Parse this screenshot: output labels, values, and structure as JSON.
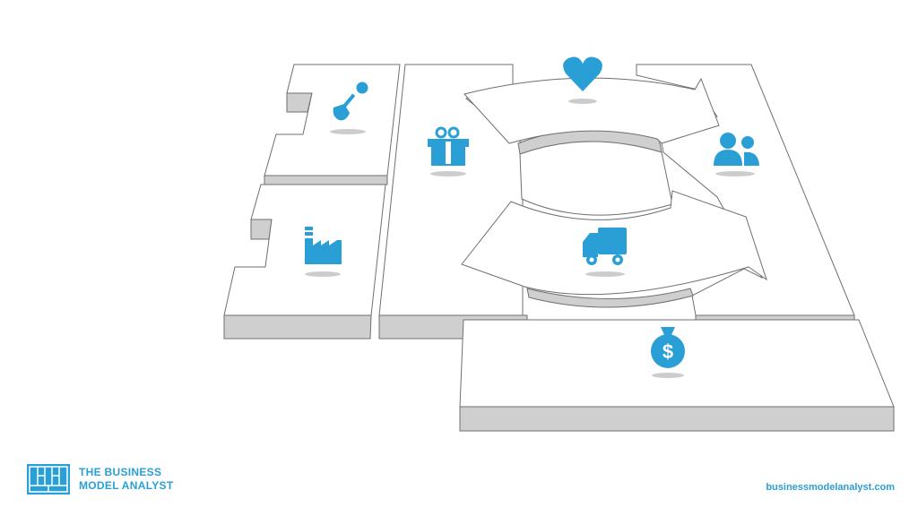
{
  "brand": {
    "line1": "THE BUSINESS",
    "line2": "MODEL ANALYST",
    "website": "businessmodelanalyst.com",
    "accent_color": "#2a9fd6"
  },
  "canvas": {
    "type": "Business Model Canvas (3D illustration)",
    "blocks": [
      {
        "id": "key-activities",
        "icon": "shovel-icon"
      },
      {
        "id": "key-resources",
        "icon": "factory-icon"
      },
      {
        "id": "value-propositions",
        "icon": "gift-icon"
      },
      {
        "id": "customer-relationships",
        "icon": "heart-icon"
      },
      {
        "id": "channels",
        "icon": "truck-icon"
      },
      {
        "id": "customer-segments",
        "icon": "users-icon"
      },
      {
        "id": "revenue-streams",
        "icon": "money-bag-icon"
      }
    ]
  }
}
